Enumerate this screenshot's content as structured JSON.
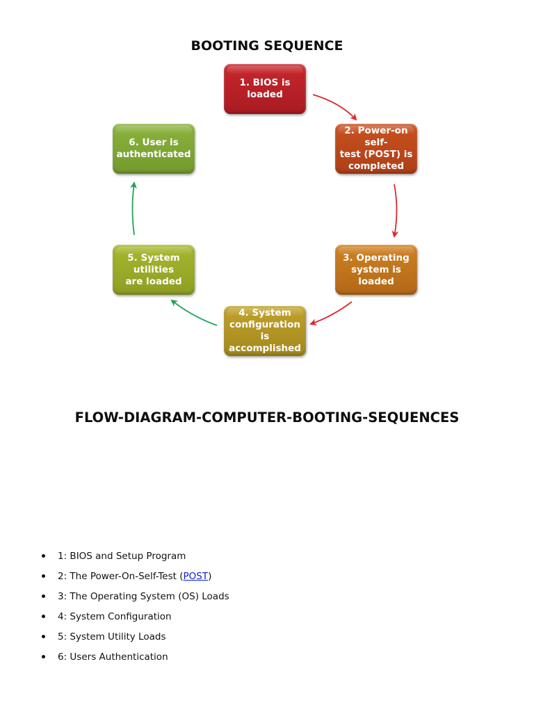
{
  "document": {
    "heading": "BOOTING SEQUENCE",
    "subheading": "FLOW-DIAGRAM-COMPUTER-BOOTING-SEQUENCES"
  },
  "diagram": {
    "steps": [
      {
        "label": "1. BIOS is\nloaded",
        "color": "#b8222a"
      },
      {
        "label": "2. Power-on self-\ntest (POST) is\ncompleted",
        "color": "#bb481b"
      },
      {
        "label": "3. Operating\nsystem is\nloaded",
        "color": "#c4761d"
      },
      {
        "label": "4. System\nconfiguration is\naccomplished",
        "color": "#b39524"
      },
      {
        "label": "5. System\nutilities\nare loaded",
        "color": "#9aab29"
      },
      {
        "label": "6. User is\nauthenticated",
        "color": "#80a634"
      }
    ],
    "arrow_colors": {
      "red": "#e0242c",
      "green": "#1fa35a"
    }
  },
  "list": {
    "items": [
      {
        "prefix": "1: BIOS and Setup Program"
      },
      {
        "prefix": "2: The Power-On-Self-Test (",
        "link": "POST",
        "suffix": ")"
      },
      {
        "prefix": "3: The Operating System (OS) Loads"
      },
      {
        "prefix": "4: System Configuration"
      },
      {
        "prefix": "5: System Utility Loads"
      },
      {
        "prefix": "6: Users Authentication"
      }
    ]
  }
}
